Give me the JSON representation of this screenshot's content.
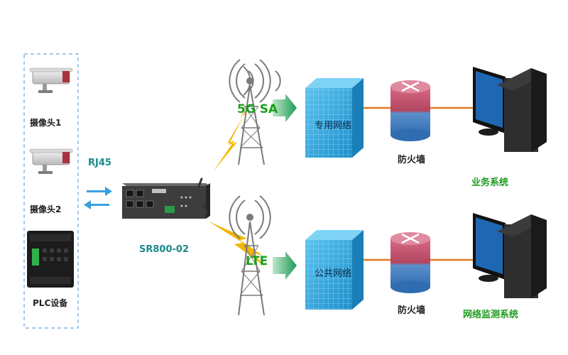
{
  "devices": {
    "camera1": "摄像头1",
    "camera2": "摄像头2",
    "plc": "PLC设备"
  },
  "link_label": "RJ45",
  "router_model": "SR800-02",
  "upper_path": {
    "band": "5G SA",
    "network": "专用网络",
    "firewall": "防火墙",
    "system": "业务系统"
  },
  "lower_path": {
    "band": "LTE",
    "network": "公共网络",
    "firewall": "防火墙",
    "system": "网络监测系统"
  },
  "colors": {
    "dashed_frame": "#6fa8dc",
    "arrow_blue": "#3aa0e0",
    "lightning": "#f2b705",
    "cable": "#e07b1f",
    "cloud_blue": "#2a9fd6",
    "firewall_red": "#c0506a",
    "firewall_blue": "#3a7fc1",
    "label_green": "#1f9b1f",
    "label_teal": "#1a8a8a"
  }
}
